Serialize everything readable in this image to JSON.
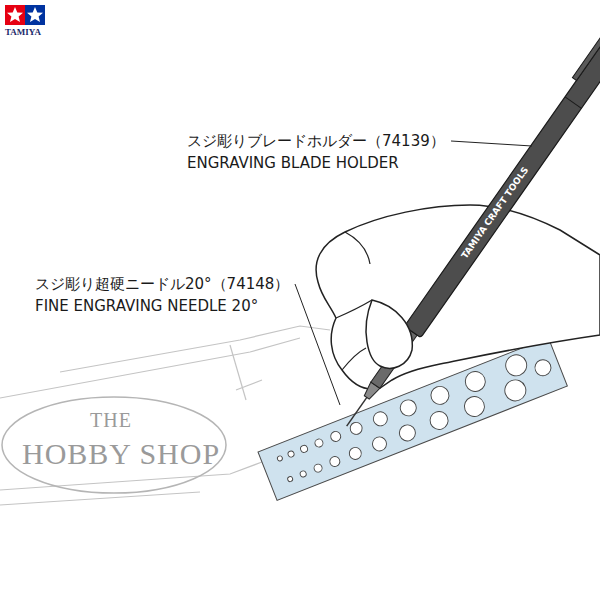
{
  "diagram": {
    "labels": [
      "TAMIYA",
      "スジ彫りブレードホルダー（74139）",
      "ENGRAVING BLADE HOLDER",
      "スジ彫り超硬ニードル20°（74148）",
      "FINE ENGRAVING NEEDLE 20°",
      "THE",
      "HOBBY SHOP",
      "TAMIYA",
      "CRAFT TOOLS"
    ]
  }
}
